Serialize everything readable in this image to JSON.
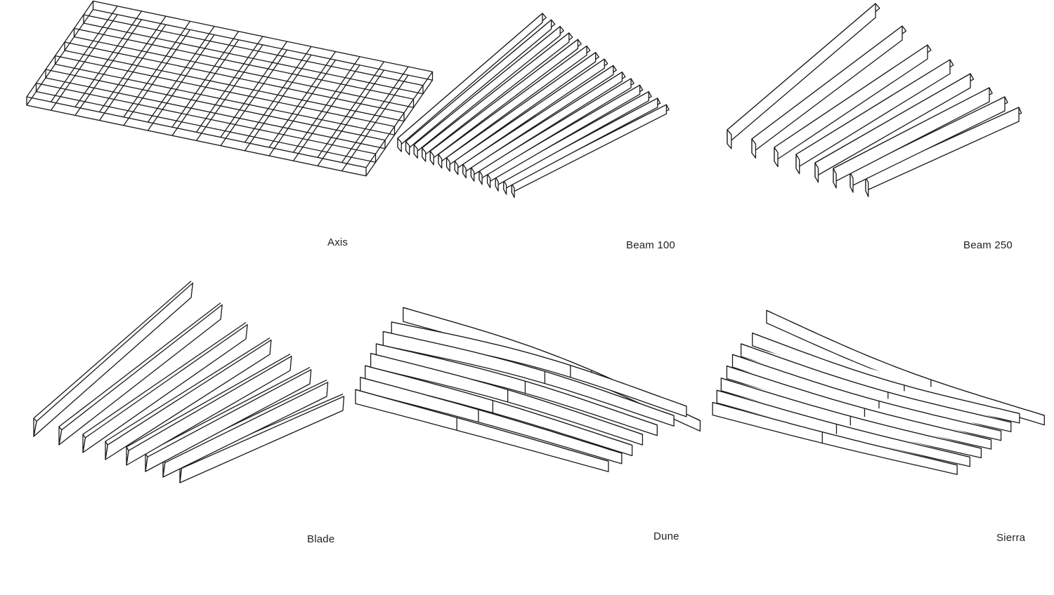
{
  "panels": [
    {
      "id": "axis",
      "label": "Axis",
      "icon": "grid-ceiling-illustration"
    },
    {
      "id": "beam100",
      "label": "Beam 100",
      "icon": "narrow-beam-ceiling-illustration"
    },
    {
      "id": "beam250",
      "label": "Beam 250",
      "icon": "wide-beam-ceiling-illustration"
    },
    {
      "id": "blade",
      "label": "Blade",
      "icon": "blade-ceiling-illustration"
    },
    {
      "id": "dune",
      "label": "Dune",
      "icon": "dune-ceiling-illustration"
    },
    {
      "id": "sierra",
      "label": "Sierra",
      "icon": "sierra-ceiling-illustration"
    }
  ],
  "colors": {
    "line": "#1a1a1a",
    "background": "#ffffff",
    "text": "#222222"
  }
}
